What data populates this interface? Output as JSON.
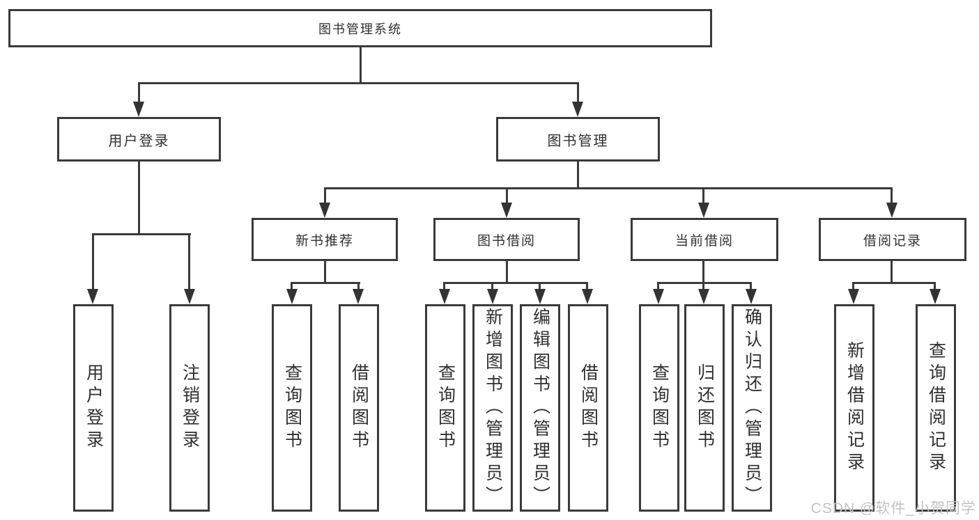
{
  "diagram": {
    "type": "hierarchy-tree",
    "colors": {
      "line": "#3a3a3a",
      "box_border": "#3a3a3a",
      "text": "#2f2f2f",
      "watermark": "#c2c2c2",
      "background": "#ffffff"
    },
    "watermark": "CSDN @软件_小贺同学",
    "tree": {
      "label": "图书管理系统",
      "children": [
        {
          "label": "用户登录",
          "children": [
            {
              "label": "用户登录"
            },
            {
              "label": "注销登录"
            }
          ]
        },
        {
          "label": "图书管理",
          "children": [
            {
              "label": "新书推荐",
              "children": [
                {
                  "label": "查询图书"
                },
                {
                  "label": "借阅图书"
                }
              ]
            },
            {
              "label": "图书借阅",
              "children": [
                {
                  "label": "查询图书"
                },
                {
                  "label": "新增图书（管理员）"
                },
                {
                  "label": "编辑图书（管理员）"
                },
                {
                  "label": "借阅图书"
                }
              ]
            },
            {
              "label": "当前借阅",
              "children": [
                {
                  "label": "查询图书"
                },
                {
                  "label": "归还图书"
                },
                {
                  "label": "确认归还（管理员）"
                }
              ]
            },
            {
              "label": "借阅记录",
              "children": [
                {
                  "label": "新增借阅记录"
                },
                {
                  "label": "查询借阅记录"
                }
              ]
            }
          ]
        }
      ]
    }
  }
}
